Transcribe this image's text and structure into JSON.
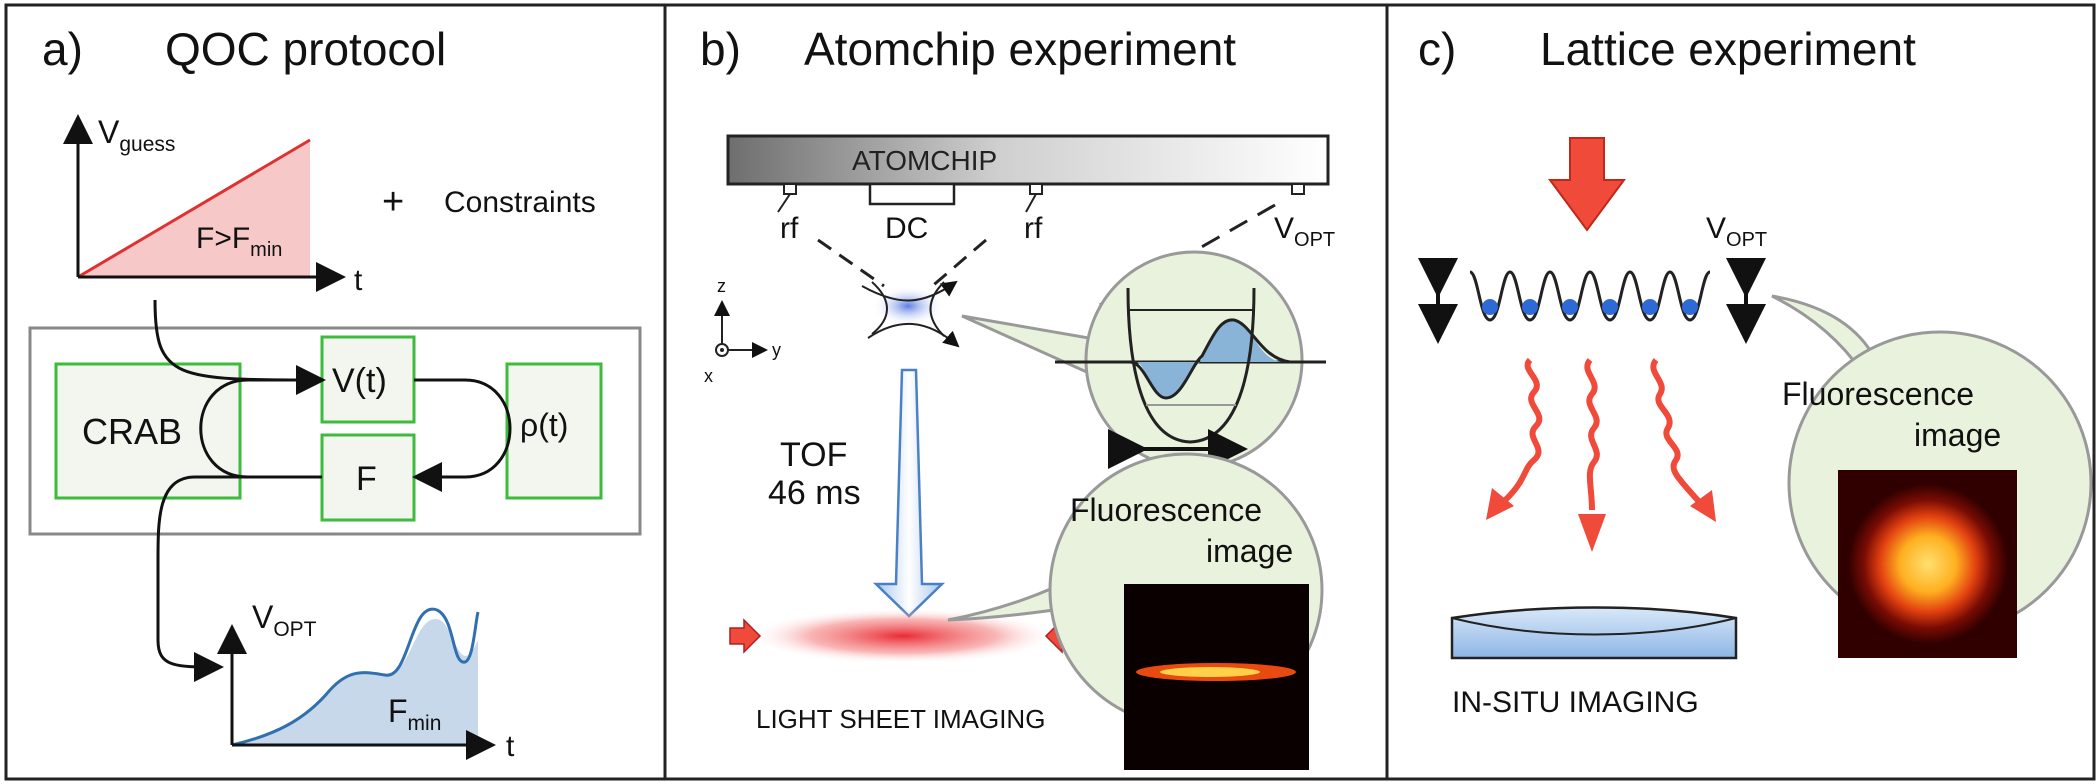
{
  "panel_a": {
    "letter": "a)",
    "title": "QOC protocol",
    "guess_label_main": "V",
    "guess_label_sub": "guess",
    "guess_region_main": "F>F",
    "guess_region_sub": "min",
    "axis_t": "t",
    "plus": "+",
    "constraints": "Constraints",
    "crab": "CRAB",
    "v_of_t": "V(t)",
    "f_box": "F",
    "rho": "ρ(t)",
    "opt_label_main": "V",
    "opt_label_sub": "OPT",
    "opt_region_main": "F",
    "opt_region_sub": "min",
    "axis_t2": "t"
  },
  "panel_b": {
    "letter": "b)",
    "title": "Atomchip experiment",
    "chip_label": "ATOMCHIP",
    "rf_left": "rf",
    "dc": "DC",
    "rf_right": "rf",
    "vopt_main": "V",
    "vopt_sub": "OPT",
    "axis_z": "z",
    "axis_y": "y",
    "axis_x": "x",
    "tof_line1": "TOF",
    "tof_line2": "46 ms",
    "fluor_line1": "Fluorescence",
    "fluor_line2": "image",
    "imaging": "LIGHT SHEET IMAGING"
  },
  "panel_c": {
    "letter": "c)",
    "title": "Lattice experiment",
    "vopt_main": "V",
    "vopt_sub": "OPT",
    "fluor_line1": "Fluorescence",
    "fluor_line2": "image",
    "imaging": "IN-SITU IMAGING"
  },
  "colors": {
    "box_green": "#3dbb3d",
    "guess_fill": "#f6c8c8",
    "opt_fill": "#c7d8ea",
    "bubble_fill": "#e8f2dc",
    "red_arrow": "#f04a3a",
    "atom_blue": "#2d6ad6"
  }
}
